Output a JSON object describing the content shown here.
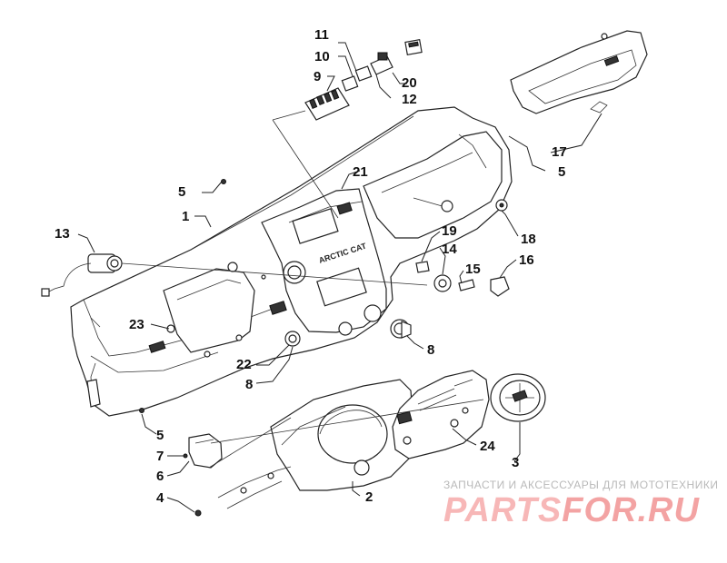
{
  "diagram": {
    "callouts": [
      {
        "id": "c11",
        "label": "11"
      },
      {
        "id": "c10",
        "label": "10"
      },
      {
        "id": "c9",
        "label": "9"
      },
      {
        "id": "c20",
        "label": "20"
      },
      {
        "id": "c12",
        "label": "12"
      },
      {
        "id": "c17",
        "label": "17"
      },
      {
        "id": "c5a",
        "label": "5"
      },
      {
        "id": "c5b",
        "label": "5"
      },
      {
        "id": "c1",
        "label": "1"
      },
      {
        "id": "c21",
        "label": "21"
      },
      {
        "id": "c13",
        "label": "13"
      },
      {
        "id": "c18",
        "label": "18"
      },
      {
        "id": "c19",
        "label": "19"
      },
      {
        "id": "c14",
        "label": "14"
      },
      {
        "id": "c15",
        "label": "15"
      },
      {
        "id": "c16",
        "label": "16"
      },
      {
        "id": "c23",
        "label": "23"
      },
      {
        "id": "c8a",
        "label": "8"
      },
      {
        "id": "c22",
        "label": "22"
      },
      {
        "id": "c8b",
        "label": "8"
      },
      {
        "id": "c5c",
        "label": "5"
      },
      {
        "id": "c7",
        "label": "7"
      },
      {
        "id": "c6",
        "label": "6"
      },
      {
        "id": "c4",
        "label": "4"
      },
      {
        "id": "c2",
        "label": "2"
      },
      {
        "id": "c24",
        "label": "24"
      },
      {
        "id": "c3",
        "label": "3"
      }
    ],
    "panel_logo_text": "ARCTIC CAT"
  },
  "watermark": {
    "subtitle": "ЗАПЧАСТИ И АКСЕССУАРЫ ДЛЯ МОТОТЕХНИКИ",
    "logo_part1": "PARTS",
    "logo_part2": "FOR.RU",
    "color": "#f3a3a3"
  }
}
